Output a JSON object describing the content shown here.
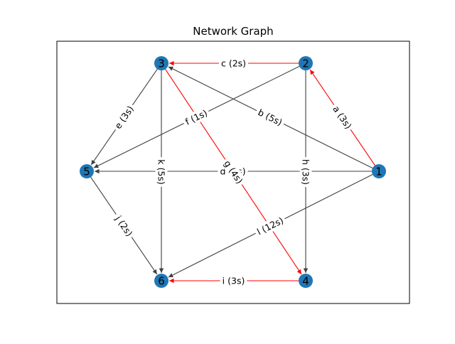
{
  "title": "Network Graph",
  "colors": {
    "node": "#1f77b4",
    "edge_default": "#404040",
    "edge_highlight": "#ff0000",
    "frame": "#000000"
  },
  "nodes": [
    {
      "id": "1",
      "label": "1"
    },
    {
      "id": "2",
      "label": "2"
    },
    {
      "id": "3",
      "label": "3"
    },
    {
      "id": "4",
      "label": "4"
    },
    {
      "id": "5",
      "label": "5"
    },
    {
      "id": "6",
      "label": "6"
    }
  ],
  "edges": [
    {
      "from": "1",
      "to": "2",
      "label": "a (3s)",
      "highlight": true
    },
    {
      "from": "1",
      "to": "3",
      "label": "b (5s)",
      "highlight": false
    },
    {
      "from": "2",
      "to": "3",
      "label": "c (2s)",
      "highlight": true
    },
    {
      "from": "1",
      "to": "5",
      "label": "d (4s)",
      "highlight": false
    },
    {
      "from": "3",
      "to": "5",
      "label": "e (3s)",
      "highlight": false
    },
    {
      "from": "2",
      "to": "5",
      "label": "f (1s)",
      "highlight": false
    },
    {
      "from": "3",
      "to": "4",
      "label": "g (4s)",
      "highlight": true
    },
    {
      "from": "2",
      "to": "4",
      "label": "h (3s)",
      "highlight": false
    },
    {
      "from": "4",
      "to": "6",
      "label": "i (3s)",
      "highlight": true
    },
    {
      "from": "5",
      "to": "6",
      "label": "j (2s)",
      "highlight": false
    },
    {
      "from": "3",
      "to": "6",
      "label": "k (5s)",
      "highlight": false
    },
    {
      "from": "1",
      "to": "6",
      "label": "l (12s)",
      "highlight": false
    }
  ]
}
